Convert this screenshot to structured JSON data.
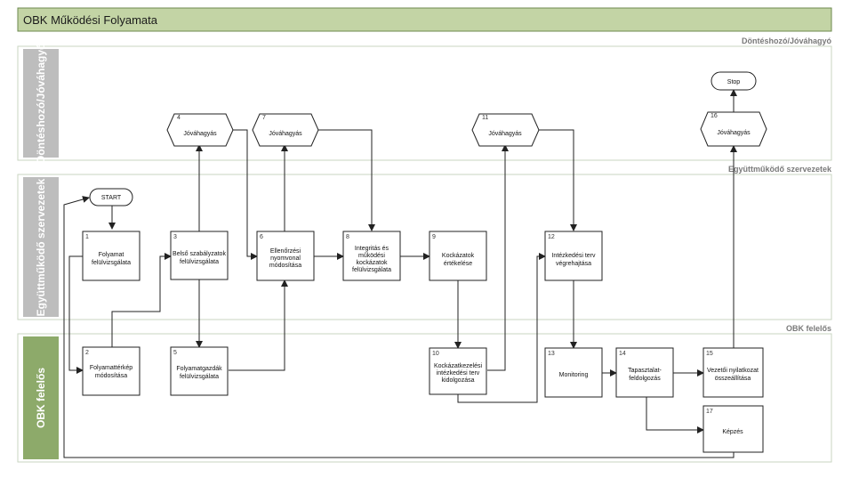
{
  "title": "OBK Működési Folyamata",
  "lanes": [
    {
      "label": "Döntéshozó/Jóváhagyó",
      "tag": "Döntéshozó/Jóváhagyó"
    },
    {
      "label": "Együttműködő szervezetek",
      "tag": "Együttműködő szervezetek"
    },
    {
      "label": "OBK felelős",
      "tag": "OBK felelős"
    }
  ],
  "terminals": {
    "start": "START",
    "stop": "Stop"
  },
  "boxes": [
    {
      "num": "1",
      "lines": [
        "Folyamat",
        "felülvizsgálata"
      ]
    },
    {
      "num": "2",
      "lines": [
        "Folyamattérkép",
        "módosítása"
      ]
    },
    {
      "num": "3",
      "lines": [
        "Belső szabályzatok",
        "felülvizsgálata"
      ]
    },
    {
      "num": "5",
      "lines": [
        "Folyamatgazdák",
        "felülvizsgálata"
      ]
    },
    {
      "num": "6",
      "lines": [
        "Ellenőrzési",
        "nyomvonal",
        "módosítása"
      ]
    },
    {
      "num": "8",
      "lines": [
        "Integritás és",
        "működési",
        "kockázatok",
        "felülvizsgálata"
      ]
    },
    {
      "num": "9",
      "lines": [
        "Kockázatok",
        "értékelése"
      ]
    },
    {
      "num": "10",
      "lines": [
        "Kockázatkezelési",
        "intézkedési terv",
        "kidolgozása"
      ]
    },
    {
      "num": "12",
      "lines": [
        "Intézkedési terv",
        "végrehajtása"
      ]
    },
    {
      "num": "13",
      "lines": [
        "Monitoring"
      ]
    },
    {
      "num": "14",
      "lines": [
        "Tapasztalat-",
        "feldolgozás"
      ]
    },
    {
      "num": "15",
      "lines": [
        "Vezetői nyilatkozat",
        "összeállítása"
      ]
    },
    {
      "num": "17",
      "lines": [
        "Képzés"
      ]
    }
  ],
  "approvals": [
    {
      "num": "4",
      "label": "Jóváhagyás"
    },
    {
      "num": "7",
      "label": "Jóváhagyás"
    },
    {
      "num": "11",
      "label": "Jóváhagyás"
    },
    {
      "num": "16",
      "label": "Jóváhagyás"
    }
  ],
  "colors": {
    "title_bar": "#c3d4a5",
    "lane_band_green": "#8daa6a",
    "lane_band_gray": "#bdbdbd",
    "lane_border": "#c8d6c2",
    "stroke": "#222222"
  }
}
